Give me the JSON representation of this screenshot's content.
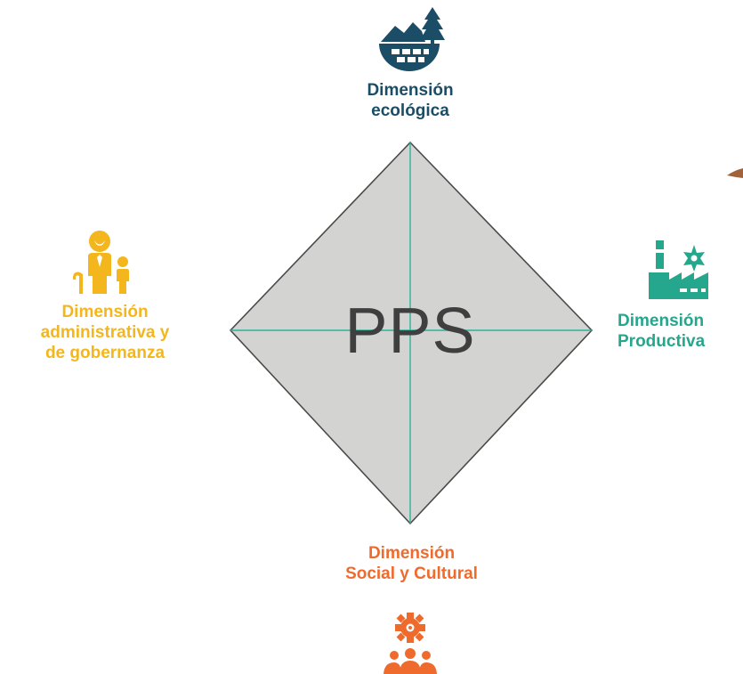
{
  "center_label": "PPS",
  "colors": {
    "diamond_fill": "#d3d3d2",
    "diamond_stroke": "#4a4a4a",
    "axis_line": "#2bb39a",
    "ecologica": "#1b4d67",
    "productiva": "#25a78e",
    "social": "#ef6a2d",
    "administrativa": "#f3b71d",
    "decoration": "#a0633c"
  },
  "dimensions": {
    "ecologica": {
      "lines": [
        "Dimensión",
        "ecológica"
      ],
      "icon": "globe-tree-icon"
    },
    "productiva": {
      "lines": [
        "Dimensión",
        "Productiva"
      ],
      "icon": "factory-icon"
    },
    "social": {
      "lines": [
        "Dimensión",
        "Social y Cultural"
      ],
      "icon": "people-gear-icon"
    },
    "administrativa": {
      "lines": [
        "Dimensión",
        "administrativa y",
        "de gobernanza"
      ],
      "icon": "family-icon"
    }
  }
}
